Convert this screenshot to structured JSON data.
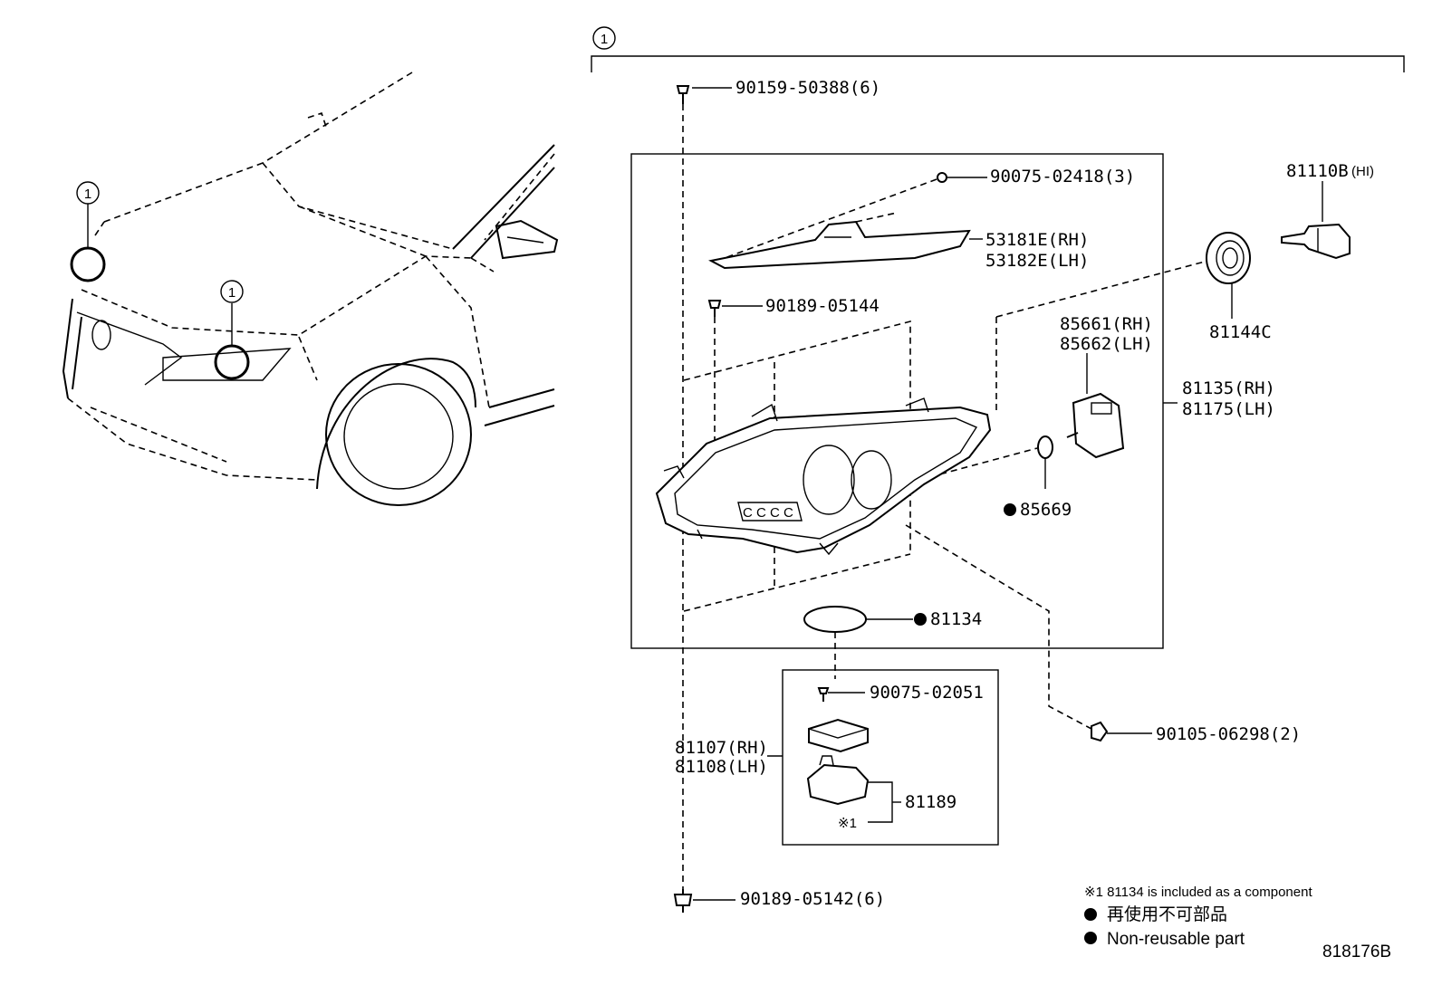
{
  "callout": "1",
  "labels": {
    "bolt_top": "90159-50388(6)",
    "screw_top": "90075-02418(3)",
    "cover_rh": "53181E(RH)",
    "cover_lh": "53182E(LH)",
    "screw_mid": "90189-05144",
    "bulb": "81110B",
    "bulb_suffix": "(HI)",
    "socket_cover": "81144C",
    "actuator_rh": "85661(RH)",
    "actuator_lh": "85662(LH)",
    "lamp_rh": "81135(RH)",
    "lamp_lh": "81175(LH)",
    "oring": "85669",
    "gasket": "81134",
    "screw_lower": "90075-02051",
    "bolt_side": "90105-06298(2)",
    "computer_rh": "81107(RH)",
    "computer_lh": "81108(LH)",
    "igniter": "81189",
    "note_mark": "※1",
    "clip_bottom": "90189-05142(6)"
  },
  "legend": {
    "note": "※1 81134 is included as a component",
    "jp": "再使用不可部品",
    "en": "Non-reusable part"
  },
  "diagram_code": "818176B"
}
